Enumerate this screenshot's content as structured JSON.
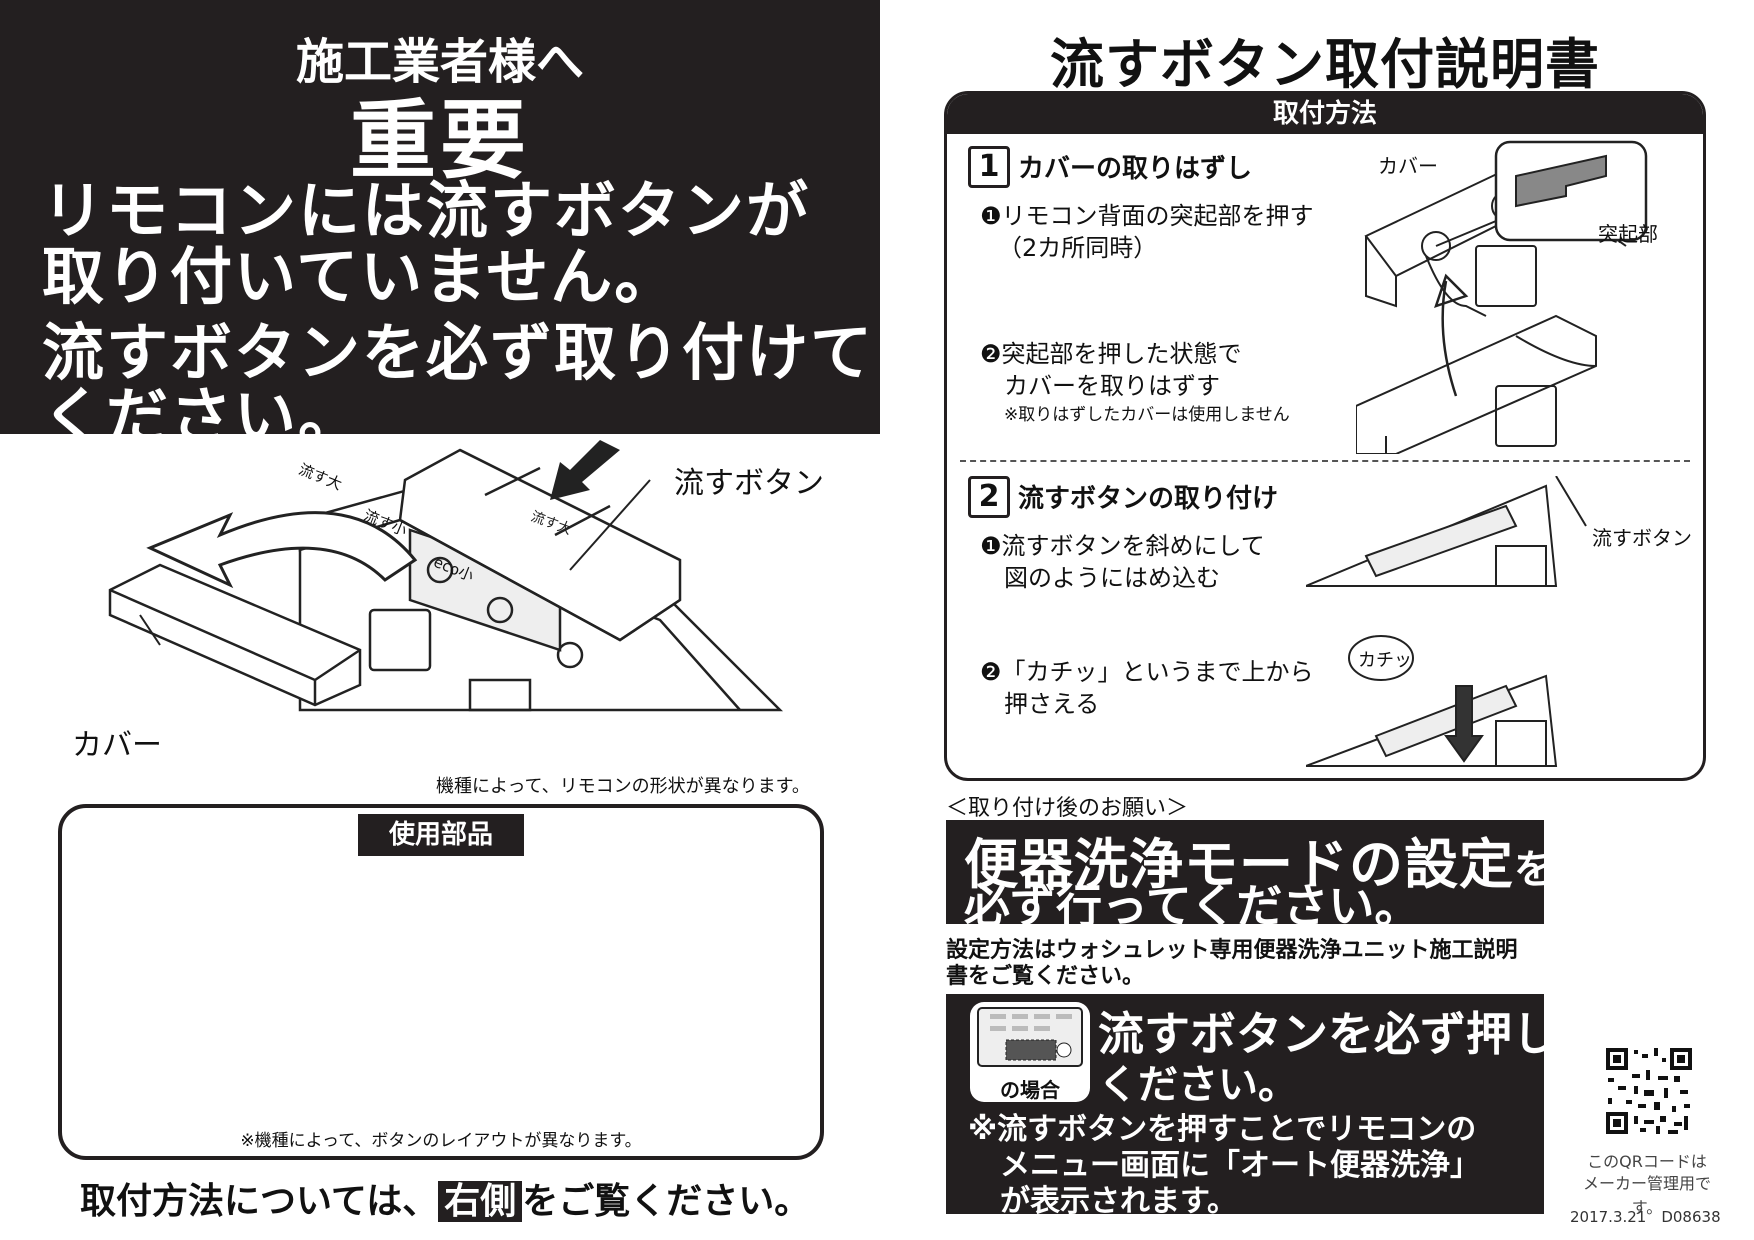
{
  "banner": {
    "to_installer": "施工業者様へ",
    "important": "重要",
    "line1": "リモコンには流すボタンが",
    "line2": "取り付いていません。",
    "line3": "流すボタンを必ず取り付けて",
    "line4": "ください。"
  },
  "left_figure": {
    "button_label": "流すボタン",
    "cover_label": "カバー",
    "key_large": "流す大",
    "key_small": "流す小",
    "key_eco": "eco小",
    "note": "機種によって、リモコンの形状が異なります。"
  },
  "parts": {
    "title": "使用部品",
    "note": "※機種によって、ボタンのレイアウトが異なります。"
  },
  "footer_left": {
    "before": "取付方法については、",
    "highlight": "右側",
    "after": "をご覧ください。"
  },
  "right": {
    "title": "流すボタン取付説明書",
    "method_head": "取付方法",
    "step1": {
      "num": "1",
      "title": "カバーの取りはずし",
      "a1": "❶リモコン背面の突起部を押す",
      "a2": "（2カ所同時）",
      "b1": "❷突起部を押した状態で",
      "b2": "カバーを取りはずす",
      "b_note": "※取りはずしたカバーは使用しません",
      "cover_label": "カバー",
      "protrusion_label": "突起部"
    },
    "step2": {
      "num": "2",
      "title": "流すボタンの取り付け",
      "a1": "❶流すボタンを斜めにして",
      "a2": "図のようにはめ込む",
      "b1": "❷「カチッ」というまで上から",
      "b2": "押さえる",
      "button_label": "流すボタン",
      "click_label": "カチッ"
    },
    "after_head": "＜取り付け後のお願い＞",
    "mode_l1_main": "便器洗浄モードの設定",
    "mode_l1_small": "を",
    "mode_l2": "必ず行ってください。",
    "mode_desc1": "設定方法はウォシュレット専用便器洗浄ユニット施工説明",
    "mode_desc2": "書をご覧ください。",
    "remote_case": "の場合",
    "push_l1": "流すボタンを必ず押して",
    "push_l2": "ください。",
    "push_n1": "※流すボタンを押すことでリモコンの",
    "push_n2": "メニュー画面に「オート便器洗浄」",
    "push_n3": "が表示されます。",
    "qr_n1": "このQRコードは",
    "qr_n2": "メーカー管理用です。",
    "doc_id": "2017.3.21　D08638"
  }
}
